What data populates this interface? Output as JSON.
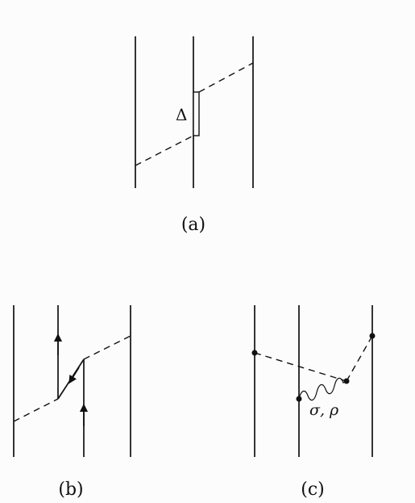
{
  "panel_a": {
    "label": "(a)",
    "gap_symbol": "Δ"
  },
  "panel_b": {
    "label": "(b)"
  },
  "panel_c": {
    "label": "(c)",
    "exchange_label": "σ, ρ"
  }
}
